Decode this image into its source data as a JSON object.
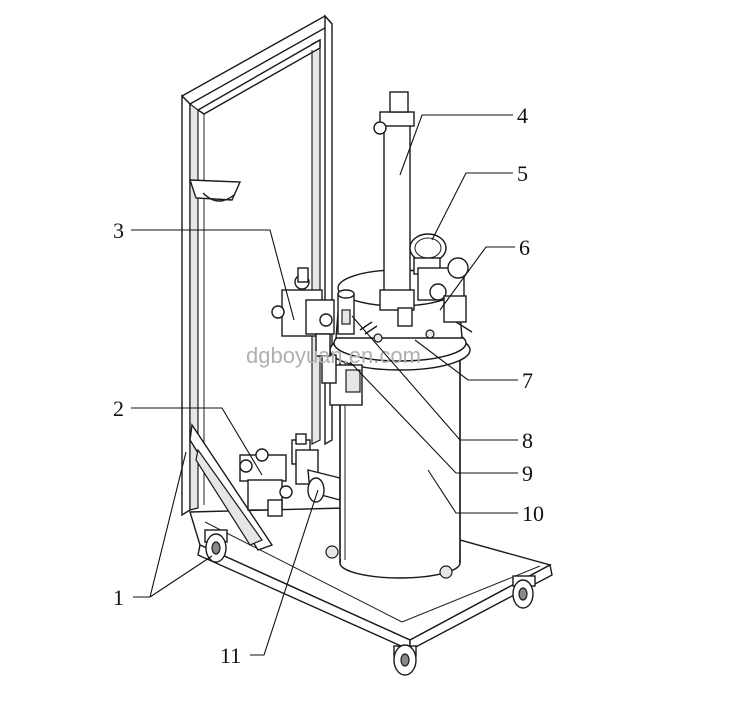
{
  "watermark": "dgboyuan.en.com",
  "callouts": [
    {
      "id": "1",
      "label": "1"
    },
    {
      "id": "2",
      "label": "2"
    },
    {
      "id": "3",
      "label": "3"
    },
    {
      "id": "4",
      "label": "4"
    },
    {
      "id": "5",
      "label": "5"
    },
    {
      "id": "6",
      "label": "6"
    },
    {
      "id": "7",
      "label": "7"
    },
    {
      "id": "8",
      "label": "8"
    },
    {
      "id": "9",
      "label": "9"
    },
    {
      "id": "10",
      "label": "10"
    },
    {
      "id": "11",
      "label": "11"
    }
  ]
}
